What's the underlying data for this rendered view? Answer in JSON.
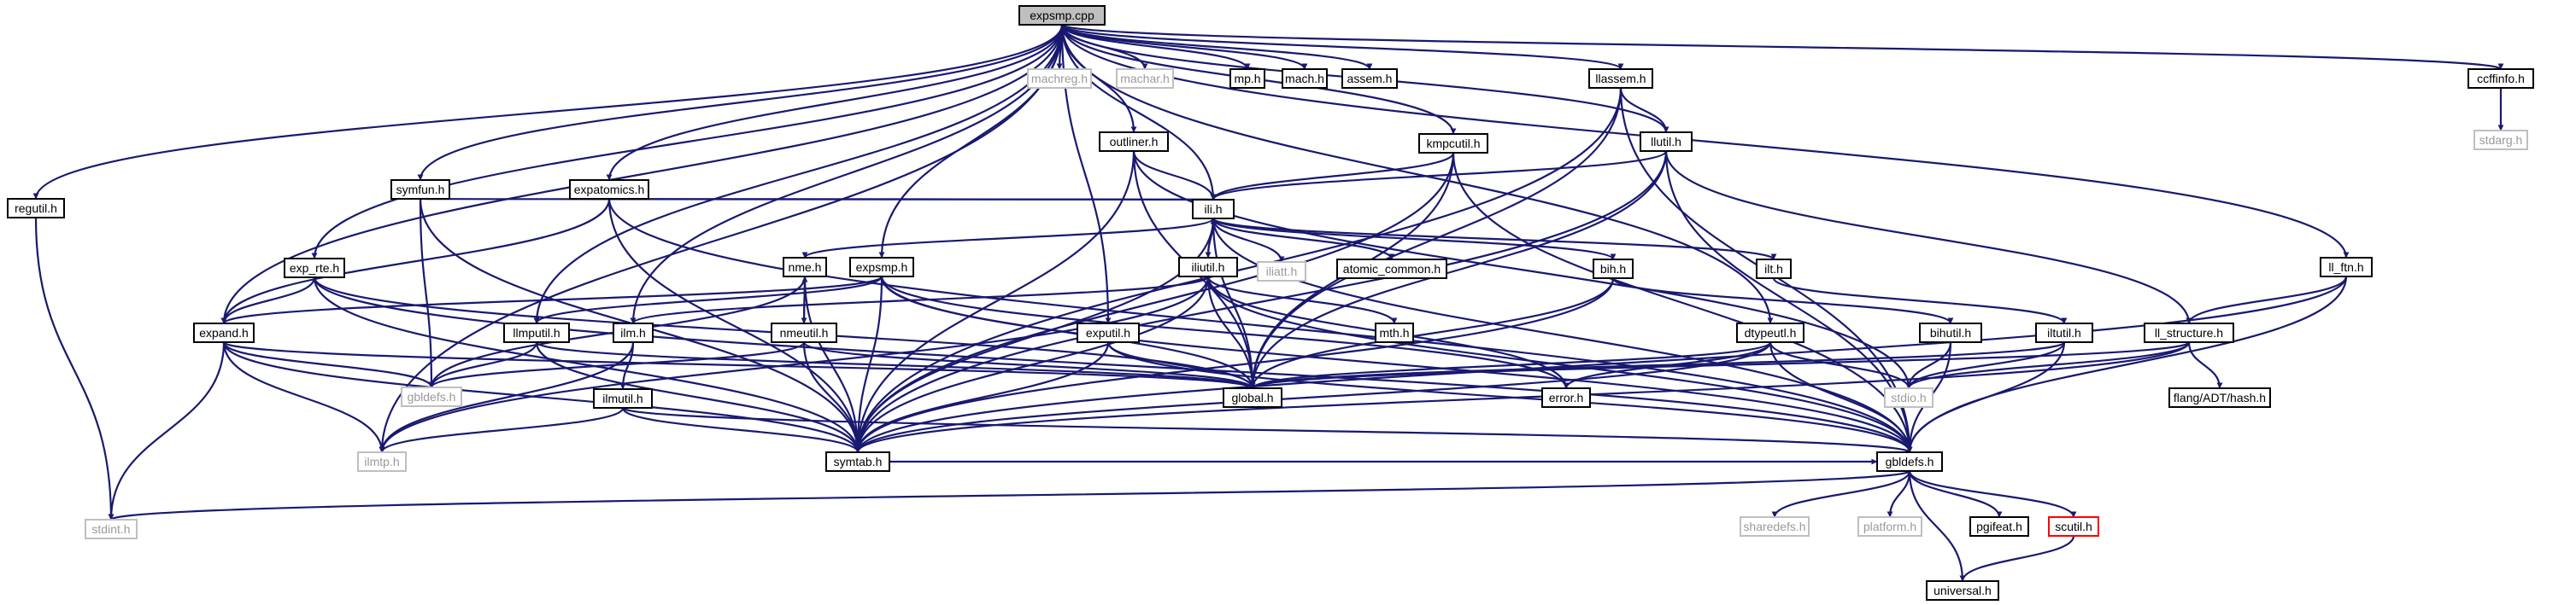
{
  "graph": {
    "title": "",
    "colors": {
      "edge": "#191970",
      "root_fill": "#bfbfbf",
      "node_border": "#000000",
      "external_border": "#bfbfbf",
      "external_text": "#9a9a9a",
      "error_border": "#ff0000"
    },
    "nodes": [
      {
        "id": "expsmp_cpp",
        "label": "expsmp.cpp",
        "kind": "root"
      },
      {
        "id": "regutil_h",
        "label": "regutil.h",
        "kind": "doc"
      },
      {
        "id": "stdint_h",
        "label": "stdint.h",
        "kind": "ext"
      },
      {
        "id": "symfun_h",
        "label": "symfun.h",
        "kind": "doc"
      },
      {
        "id": "expatomics_h",
        "label": "expatomics.h",
        "kind": "doc"
      },
      {
        "id": "machreg_h",
        "label": "machreg.h",
        "kind": "ext"
      },
      {
        "id": "machar_h",
        "label": "machar.h",
        "kind": "ext"
      },
      {
        "id": "mp_h",
        "label": "mp.h",
        "kind": "doc"
      },
      {
        "id": "mach_h",
        "label": "mach.h",
        "kind": "doc"
      },
      {
        "id": "assem_h",
        "label": "assem.h",
        "kind": "doc"
      },
      {
        "id": "llassem_h",
        "label": "llassem.h",
        "kind": "doc"
      },
      {
        "id": "ccffinfo_h",
        "label": "ccffinfo.h",
        "kind": "doc"
      },
      {
        "id": "stdarg_h",
        "label": "stdarg.h",
        "kind": "ext"
      },
      {
        "id": "outliner_h",
        "label": "outliner.h",
        "kind": "doc"
      },
      {
        "id": "kmpcutil_h",
        "label": "kmpcutil.h",
        "kind": "doc"
      },
      {
        "id": "llutil_h",
        "label": "llutil.h",
        "kind": "doc"
      },
      {
        "id": "ili_h",
        "label": "ili.h",
        "kind": "doc"
      },
      {
        "id": "exp_rte_h",
        "label": "exp_rte.h",
        "kind": "doc"
      },
      {
        "id": "nme_h",
        "label": "nme.h",
        "kind": "doc"
      },
      {
        "id": "expsmp_h",
        "label": "expsmp.h",
        "kind": "doc"
      },
      {
        "id": "iliutil_h",
        "label": "iliutil.h",
        "kind": "doc"
      },
      {
        "id": "iliatt_h",
        "label": "iliatt.h",
        "kind": "ext"
      },
      {
        "id": "atomic_common_h",
        "label": "atomic_common.h",
        "kind": "doc"
      },
      {
        "id": "bih_h",
        "label": "bih.h",
        "kind": "doc"
      },
      {
        "id": "ilt_h",
        "label": "ilt.h",
        "kind": "doc"
      },
      {
        "id": "ll_ftn_h",
        "label": "ll_ftn.h",
        "kind": "doc"
      },
      {
        "id": "expand_h",
        "label": "expand.h",
        "kind": "doc"
      },
      {
        "id": "llmputil_h",
        "label": "llmputil.h",
        "kind": "doc"
      },
      {
        "id": "ilm_h",
        "label": "ilm.h",
        "kind": "doc"
      },
      {
        "id": "nmeutil_h",
        "label": "nmeutil.h",
        "kind": "doc"
      },
      {
        "id": "exputil_h",
        "label": "exputil.h",
        "kind": "doc"
      },
      {
        "id": "mth_h",
        "label": "mth.h",
        "kind": "doc"
      },
      {
        "id": "dtypeutl_h",
        "label": "dtypeutl.h",
        "kind": "doc"
      },
      {
        "id": "bihutil_h",
        "label": "bihutil.h",
        "kind": "doc"
      },
      {
        "id": "iltutil_h",
        "label": "iltutil.h",
        "kind": "doc"
      },
      {
        "id": "ll_structure_h",
        "label": "ll_structure.h",
        "kind": "doc"
      },
      {
        "id": "gbldefs_h_ext",
        "label": "gbldefs.h",
        "kind": "ext"
      },
      {
        "id": "ilmutil_h",
        "label": "ilmutil.h",
        "kind": "doc"
      },
      {
        "id": "global_h",
        "label": "global.h",
        "kind": "doc"
      },
      {
        "id": "error_h",
        "label": "error.h",
        "kind": "doc"
      },
      {
        "id": "stdio_h",
        "label": "stdio.h",
        "kind": "ext"
      },
      {
        "id": "flang_hash_h",
        "label": "flang/ADT/hash.h",
        "kind": "doc"
      },
      {
        "id": "ilmtp_h",
        "label": "ilmtp.h",
        "kind": "ext"
      },
      {
        "id": "symtab_h",
        "label": "symtab.h",
        "kind": "doc"
      },
      {
        "id": "gbldefs_h",
        "label": "gbldefs.h",
        "kind": "doc"
      },
      {
        "id": "sharedefs_h",
        "label": "sharedefs.h",
        "kind": "ext"
      },
      {
        "id": "platform_h",
        "label": "platform.h",
        "kind": "ext"
      },
      {
        "id": "pgifeat_h",
        "label": "pgifeat.h",
        "kind": "doc"
      },
      {
        "id": "scutil_h",
        "label": "scutil.h",
        "kind": "error"
      },
      {
        "id": "universal_h",
        "label": "universal.h",
        "kind": "doc"
      }
    ],
    "edges": [
      [
        "expsmp_cpp",
        "regutil_h"
      ],
      [
        "expsmp_cpp",
        "symfun_h"
      ],
      [
        "expsmp_cpp",
        "expatomics_h"
      ],
      [
        "expsmp_cpp",
        "machreg_h"
      ],
      [
        "expsmp_cpp",
        "machar_h"
      ],
      [
        "expsmp_cpp",
        "mp_h"
      ],
      [
        "expsmp_cpp",
        "mach_h"
      ],
      [
        "expsmp_cpp",
        "assem_h"
      ],
      [
        "expsmp_cpp",
        "llassem_h"
      ],
      [
        "expsmp_cpp",
        "ccffinfo_h"
      ],
      [
        "expsmp_cpp",
        "outliner_h"
      ],
      [
        "expsmp_cpp",
        "kmpcutil_h"
      ],
      [
        "expsmp_cpp",
        "llutil_h"
      ],
      [
        "expsmp_cpp",
        "ili_h"
      ],
      [
        "expsmp_cpp",
        "exp_rte_h"
      ],
      [
        "expsmp_cpp",
        "expsmp_h"
      ],
      [
        "expsmp_cpp",
        "expand_h"
      ],
      [
        "expsmp_cpp",
        "llmputil_h"
      ],
      [
        "expsmp_cpp",
        "ilm_h"
      ],
      [
        "expsmp_cpp",
        "exputil_h"
      ],
      [
        "expsmp_cpp",
        "dtypeutl_h"
      ],
      [
        "expsmp_cpp",
        "ll_ftn_h"
      ],
      [
        "expsmp_cpp",
        "ilmtp_h"
      ],
      [
        "regutil_h",
        "stdint_h"
      ],
      [
        "ccffinfo_h",
        "stdarg_h"
      ],
      [
        "symfun_h",
        "ili_h"
      ],
      [
        "symfun_h",
        "gbldefs_h_ext"
      ],
      [
        "symfun_h",
        "symtab_h"
      ],
      [
        "expatomics_h",
        "ili_h"
      ],
      [
        "expatomics_h",
        "expand_h"
      ],
      [
        "expatomics_h",
        "symtab_h"
      ],
      [
        "expatomics_h",
        "gbldefs_h"
      ],
      [
        "llassem_h",
        "llutil_h"
      ],
      [
        "llassem_h",
        "global_h"
      ],
      [
        "llassem_h",
        "symtab_h"
      ],
      [
        "llassem_h",
        "gbldefs_h"
      ],
      [
        "outliner_h",
        "ili_h"
      ],
      [
        "outliner_h",
        "global_h"
      ],
      [
        "outliner_h",
        "symtab_h"
      ],
      [
        "outliner_h",
        "stdio_h"
      ],
      [
        "kmpcutil_h",
        "ili_h"
      ],
      [
        "kmpcutil_h",
        "global_h"
      ],
      [
        "kmpcutil_h",
        "symtab_h"
      ],
      [
        "kmpcutil_h",
        "gbldefs_h"
      ],
      [
        "llutil_h",
        "ili_h"
      ],
      [
        "llutil_h",
        "ll_structure_h"
      ],
      [
        "llutil_h",
        "global_h"
      ],
      [
        "llutil_h",
        "symtab_h"
      ],
      [
        "llutil_h",
        "gbldefs_h"
      ],
      [
        "ili_h",
        "nme_h"
      ],
      [
        "ili_h",
        "iliutil_h"
      ],
      [
        "ili_h",
        "iliatt_h"
      ],
      [
        "ili_h",
        "atomic_common_h"
      ],
      [
        "ili_h",
        "bih_h"
      ],
      [
        "ili_h",
        "ilt_h"
      ],
      [
        "ili_h",
        "global_h"
      ],
      [
        "ili_h",
        "symtab_h"
      ],
      [
        "ili_h",
        "gbldefs_h"
      ],
      [
        "exp_rte_h",
        "expand_h"
      ],
      [
        "exp_rte_h",
        "global_h"
      ],
      [
        "exp_rte_h",
        "symtab_h"
      ],
      [
        "exp_rte_h",
        "gbldefs_h"
      ],
      [
        "nme_h",
        "nmeutil_h"
      ],
      [
        "nme_h",
        "gbldefs_h_ext"
      ],
      [
        "nme_h",
        "symtab_h"
      ],
      [
        "nmeutil_h",
        "nme_h"
      ],
      [
        "nmeutil_h",
        "gbldefs_h_ext"
      ],
      [
        "nmeutil_h",
        "global_h"
      ],
      [
        "nmeutil_h",
        "symtab_h"
      ],
      [
        "expsmp_h",
        "expand_h"
      ],
      [
        "expsmp_h",
        "llmputil_h"
      ],
      [
        "expsmp_h",
        "global_h"
      ],
      [
        "expsmp_h",
        "symtab_h"
      ],
      [
        "expsmp_h",
        "gbldefs_h"
      ],
      [
        "expsmp_h",
        "error_h"
      ],
      [
        "iliutil_h",
        "ili_h"
      ],
      [
        "iliutil_h",
        "ilm_h"
      ],
      [
        "iliutil_h",
        "mth_h"
      ],
      [
        "iliutil_h",
        "global_h"
      ],
      [
        "iliutil_h",
        "error_h"
      ],
      [
        "iliutil_h",
        "symtab_h"
      ],
      [
        "iliutil_h",
        "gbldefs_h"
      ],
      [
        "iliutil_h",
        "ilmtp_h"
      ],
      [
        "bih_h",
        "bihutil_h"
      ],
      [
        "bih_h",
        "global_h"
      ],
      [
        "bih_h",
        "symtab_h"
      ],
      [
        "ilt_h",
        "iltutil_h"
      ],
      [
        "ll_ftn_h",
        "ll_structure_h"
      ],
      [
        "ll_ftn_h",
        "symtab_h"
      ],
      [
        "ll_ftn_h",
        "gbldefs_h"
      ],
      [
        "expand_h",
        "gbldefs_h_ext"
      ],
      [
        "expand_h",
        "global_h"
      ],
      [
        "expand_h",
        "symtab_h"
      ],
      [
        "expand_h",
        "ilmtp_h"
      ],
      [
        "expand_h",
        "stdint_h"
      ],
      [
        "llmputil_h",
        "gbldefs_h_ext"
      ],
      [
        "llmputil_h",
        "global_h"
      ],
      [
        "llmputil_h",
        "symtab_h"
      ],
      [
        "ilm_h",
        "ilmutil_h"
      ],
      [
        "ilm_h",
        "ilmtp_h"
      ],
      [
        "exputil_h",
        "global_h"
      ],
      [
        "exputil_h",
        "symtab_h"
      ],
      [
        "exputil_h",
        "gbldefs_h"
      ],
      [
        "dtypeutl_h",
        "global_h"
      ],
      [
        "dtypeutl_h",
        "error_h"
      ],
      [
        "dtypeutl_h",
        "stdio_h"
      ],
      [
        "dtypeutl_h",
        "symtab_h"
      ],
      [
        "dtypeutl_h",
        "gbldefs_h"
      ],
      [
        "bihutil_h",
        "stdio_h"
      ],
      [
        "bihutil_h",
        "gbldefs_h"
      ],
      [
        "iltutil_h",
        "stdio_h"
      ],
      [
        "iltutil_h",
        "gbldefs_h"
      ],
      [
        "iltutil_h",
        "global_h"
      ],
      [
        "ll_structure_h",
        "flang_hash_h"
      ],
      [
        "ll_structure_h",
        "stdio_h"
      ],
      [
        "ll_structure_h",
        "global_h"
      ],
      [
        "ll_structure_h",
        "symtab_h"
      ],
      [
        "ilmutil_h",
        "ilmtp_h"
      ],
      [
        "ilmutil_h",
        "gbldefs_h"
      ],
      [
        "ilmutil_h",
        "symtab_h"
      ],
      [
        "symtab_h",
        "gbldefs_h"
      ],
      [
        "gbldefs_h",
        "stdint_h"
      ],
      [
        "gbldefs_h",
        "sharedefs_h"
      ],
      [
        "gbldefs_h",
        "platform_h"
      ],
      [
        "gbldefs_h",
        "pgifeat_h"
      ],
      [
        "gbldefs_h",
        "scutil_h"
      ],
      [
        "gbldefs_h",
        "universal_h"
      ],
      [
        "scutil_h",
        "universal_h"
      ]
    ]
  }
}
